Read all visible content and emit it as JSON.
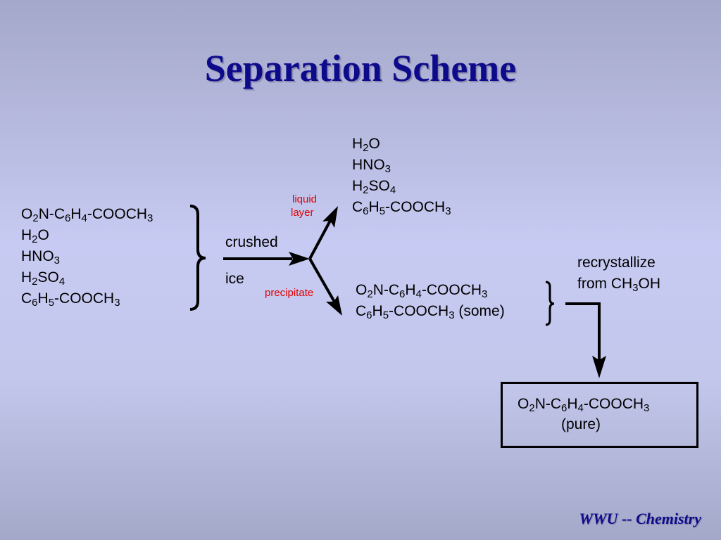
{
  "title": "Separation Scheme",
  "footer": "WWU -- Chemistry",
  "mixture": [
    [
      {
        "t": "O"
      },
      {
        "s": "2"
      },
      {
        "t": "N-C"
      },
      {
        "s": "6"
      },
      {
        "t": "H"
      },
      {
        "s": "4"
      },
      {
        "t": "-COOCH"
      },
      {
        "s": "3"
      }
    ],
    [
      {
        "t": "H"
      },
      {
        "s": "2"
      },
      {
        "t": "O"
      }
    ],
    [
      {
        "t": "HNO"
      },
      {
        "s": "3"
      }
    ],
    [
      {
        "t": "H"
      },
      {
        "s": "2"
      },
      {
        "t": "SO"
      },
      {
        "s": "4"
      }
    ],
    [
      {
        "t": "C"
      },
      {
        "s": "6"
      },
      {
        "t": "H"
      },
      {
        "s": "5"
      },
      {
        "t": "-COOCH"
      },
      {
        "s": "3"
      }
    ]
  ],
  "liquid": [
    [
      {
        "t": "H"
      },
      {
        "s": "2"
      },
      {
        "t": "O"
      }
    ],
    [
      {
        "t": "HNO"
      },
      {
        "s": "3"
      }
    ],
    [
      {
        "t": "H"
      },
      {
        "s": "2"
      },
      {
        "t": "SO"
      },
      {
        "s": "4"
      }
    ],
    [
      {
        "t": "C"
      },
      {
        "s": "6"
      },
      {
        "t": "H"
      },
      {
        "s": "5"
      },
      {
        "t": "-COOCH"
      },
      {
        "s": "3"
      }
    ]
  ],
  "precipitate": [
    [
      {
        "t": "O"
      },
      {
        "s": "2"
      },
      {
        "t": "N-C"
      },
      {
        "s": "6"
      },
      {
        "t": "H"
      },
      {
        "s": "4"
      },
      {
        "t": "-COOCH"
      },
      {
        "s": "3"
      }
    ],
    [
      {
        "t": "C"
      },
      {
        "s": "6"
      },
      {
        "t": "H"
      },
      {
        "s": "5"
      },
      {
        "t": "-COOCH"
      },
      {
        "s": "3"
      },
      {
        "t": " (some)"
      }
    ]
  ],
  "product": [
    [
      {
        "t": "O"
      },
      {
        "s": "2"
      },
      {
        "t": "N-C"
      },
      {
        "s": "6"
      },
      {
        "t": "H"
      },
      {
        "s": "4"
      },
      {
        "t": "-COOCH"
      },
      {
        "s": "3"
      }
    ]
  ],
  "product_note": "(pure)",
  "step1_label_top": "crushed",
  "step1_label_bottom": "ice",
  "liquid_layer_label_1": "liquid",
  "liquid_layer_label_2": "layer",
  "precipitate_label": "precipitate",
  "recrystallize_line1": "recrystallize",
  "recrystallize_line2": [
    {
      "t": "from CH"
    },
    {
      "s": "3"
    },
    {
      "t": "OH"
    }
  ]
}
